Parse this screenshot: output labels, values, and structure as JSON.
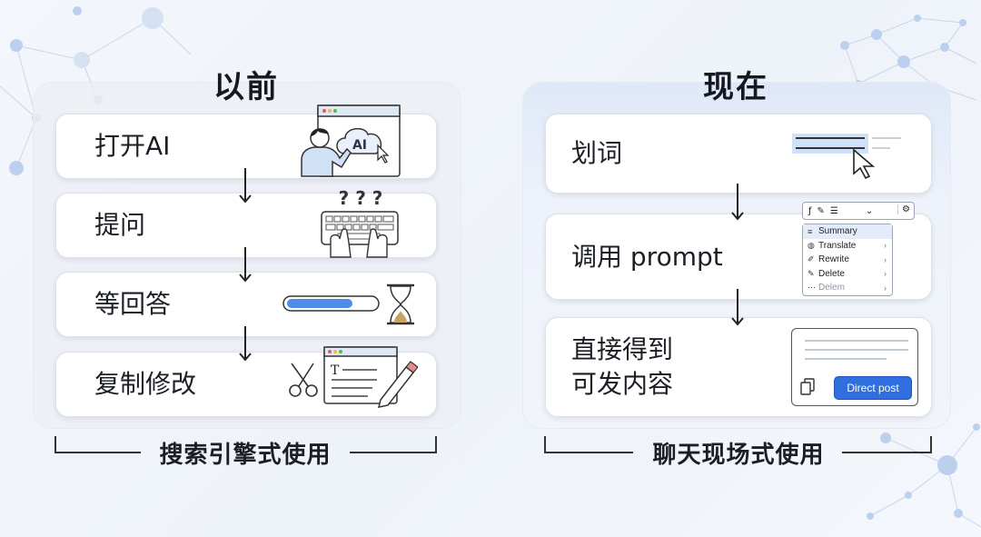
{
  "left_panel": {
    "title": "以前",
    "steps": [
      "打开AI",
      "提问",
      "等回答",
      "复制修改"
    ],
    "footer": "搜索引擎式使用",
    "icons": [
      "ai-browser-icon",
      "keyboard-question-icon",
      "progress-hourglass-icon",
      "scissors-editor-icon"
    ],
    "ai_badge": "AI",
    "doc_letter": "T",
    "question_marks": "? ? ?"
  },
  "right_panel": {
    "title": "现在",
    "steps": [
      "划词",
      "调用 prompt",
      "直接得到\n可发内容"
    ],
    "footer": "聊天现场式使用",
    "menu": {
      "items": [
        "Summary",
        "Translate",
        "Rewrite",
        "Delete",
        "Delem"
      ],
      "selected": "Summary"
    },
    "direct_post_label": "Direct post"
  },
  "colors": {
    "accent_blue": "#2f6fe0",
    "selection_blue": "#cfe0fb"
  }
}
